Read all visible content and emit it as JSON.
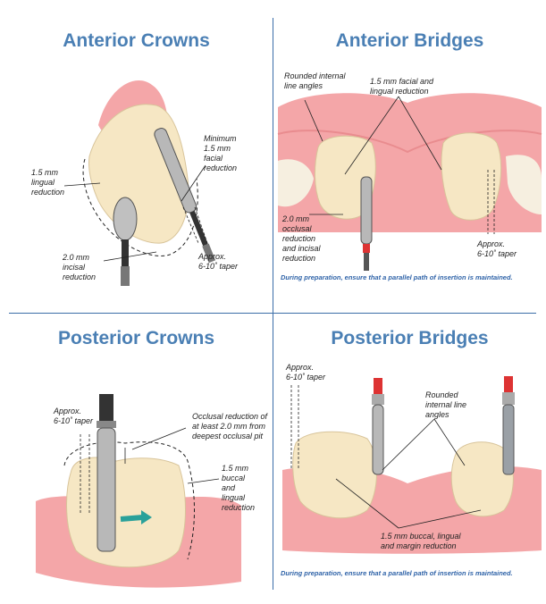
{
  "panels": {
    "anterior_crowns": {
      "title": "Anterior Crowns",
      "lingual_reduction": "1.5 mm\nlingual\nreduction",
      "facial_reduction": "Minimum\n1.5 mm\nfacial\nreduction",
      "incisal_reduction": "2.0 mm\nincisal\nreduction",
      "taper": "Approx.\n6-10˚ taper"
    },
    "anterior_bridges": {
      "title": "Anterior Bridges",
      "line_angles": "Rounded internal\nline angles",
      "facial_lingual": "1.5 mm facial and\nlingual reduction",
      "occlusal_incisal": "2.0 mm\nocclusal\nreduction\nand incisal\nreduction",
      "taper": "Approx.\n6-10˚ taper",
      "note": "During preparation, ensure that a parallel path of insertion is maintained."
    },
    "posterior_crowns": {
      "title": "Posterior Crowns",
      "taper": "Approx.\n6-10˚ taper",
      "occlusal_reduction": "Occlusal reduction of\nat least 2.0 mm from\ndeepest occlusal pit",
      "buccal_lingual": "1.5 mm\nbuccal\nand\nlingual\nreduction"
    },
    "posterior_bridges": {
      "title": "Posterior Bridges",
      "taper": "Approx.\n6-10˚ taper",
      "line_angles": "Rounded\ninternal line\nangles",
      "margin_reduction": "1.5 mm buccal, lingual\nand margin reduction",
      "note": "During preparation, ensure that a parallel path of insertion is maintained."
    }
  },
  "colors": {
    "title": "#4a7fb4",
    "divider": "#3b6ea8",
    "gum": "#f4a6a8",
    "tooth": "#f6e7c4",
    "note": "#2f63a8"
  },
  "icons": [
    "diamond-bur-icon",
    "rotation-arrow-icon"
  ]
}
